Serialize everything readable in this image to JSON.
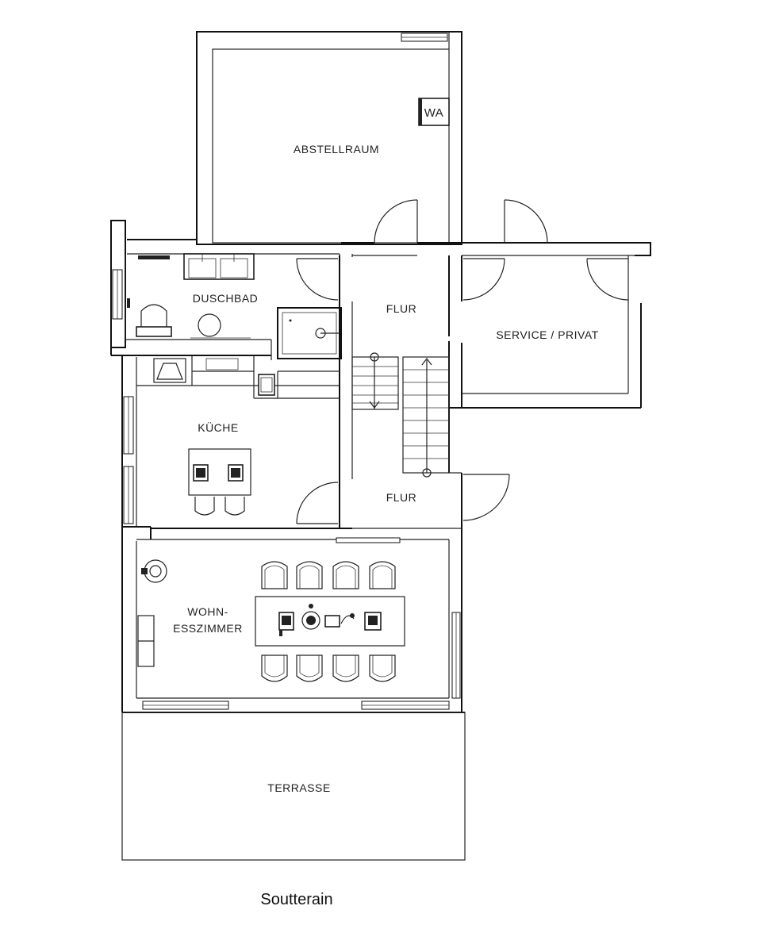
{
  "rooms": {
    "abstellraum": "ABSTELLRAUM",
    "wa": "WA",
    "duschbad": "DUSCHBAD",
    "flur_upper": "FLUR",
    "service": "SERVICE / PRIVAT",
    "kueche": "KÜCHE",
    "flur_lower": "FLUR",
    "wohn_line1": "WOHN-",
    "wohn_line2": "ESSZIMMER",
    "terrasse": "TERRASSE"
  },
  "caption": "Soutterain"
}
